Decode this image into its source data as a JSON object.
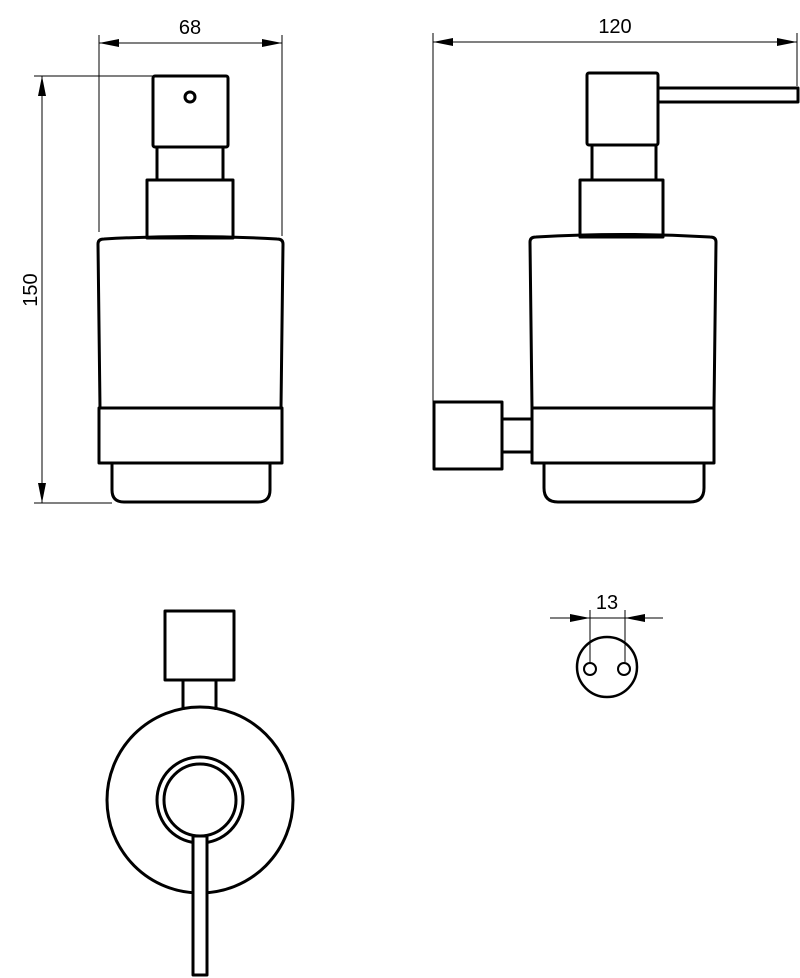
{
  "drawing": {
    "dimensions": {
      "width_front": "68",
      "width_side": "120",
      "height": "150",
      "hole_spacing": "13"
    },
    "views": [
      "front-view",
      "side-view",
      "top-view",
      "mounting-plate"
    ]
  }
}
